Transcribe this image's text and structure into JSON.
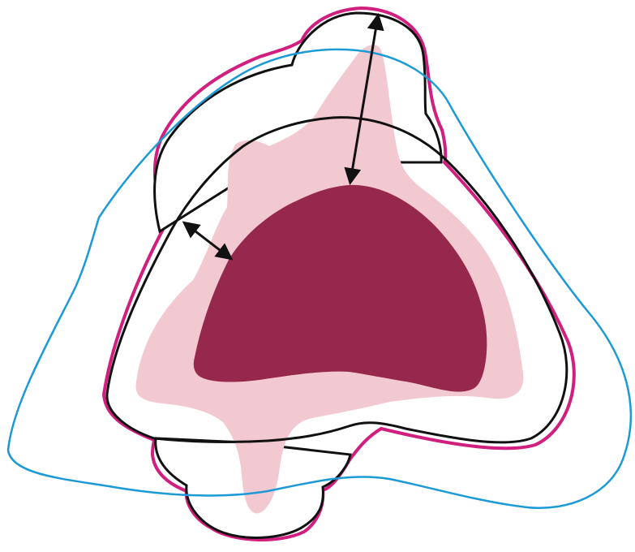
{
  "colors": {
    "background": "#ffffff",
    "core_region": "#96274d",
    "intermediate_region": "#f2c8d1",
    "outer_envelope": "#d01f7f",
    "comparison_outline": "#1b9ad6",
    "contour_outline": "#111111",
    "arrow": "#111111"
  },
  "arrows": [
    {
      "role": "vertical-margin-arrow",
      "direction": "double-headed"
    },
    {
      "role": "lateral-margin-arrow",
      "direction": "double-headed"
    }
  ]
}
